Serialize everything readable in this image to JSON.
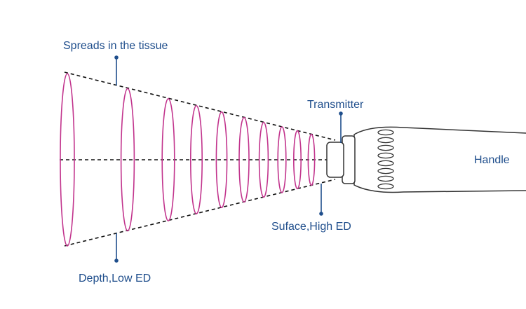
{
  "labels": {
    "spreads": "Spreads in the tissue",
    "transmitter": "Transmitter",
    "handle": "Handle",
    "surface": "Suface,High ED",
    "depth": "Depth,Low ED"
  },
  "colors": {
    "wave": "#c2348d",
    "line": "#111111",
    "label": "#1f4e8c",
    "leader": "#1f4e8c",
    "device_outline": "#333333",
    "device_fill": "#ffffff"
  },
  "wave_count": 10
}
